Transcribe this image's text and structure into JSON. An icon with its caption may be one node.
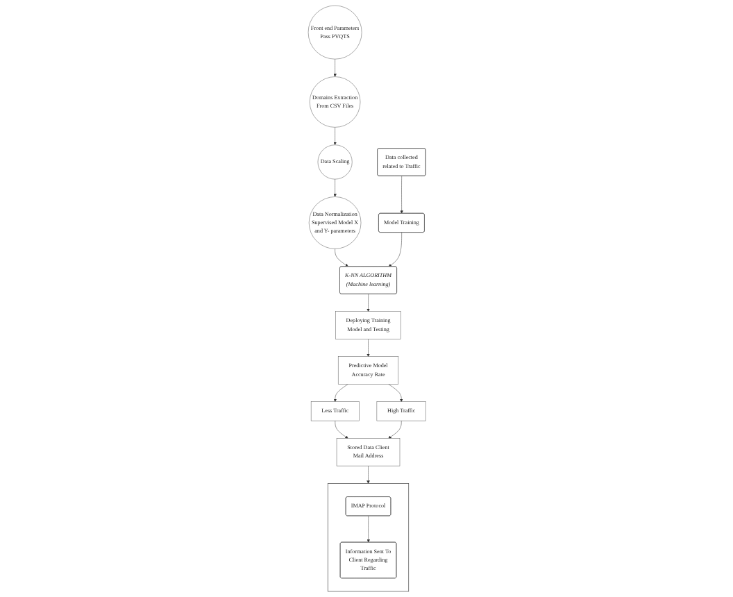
{
  "diagram": {
    "nodes": [
      {
        "text": [
          "Front end Parameters Pass PVQTS"
        ]
      },
      {
        "text": [
          "Domains Extraction From CSV Files"
        ]
      },
      {
        "text": [
          "Data Scaling"
        ]
      },
      {
        "text": [
          "Data Normalization Supervised Model X and Y- parameters"
        ]
      },
      {
        "text": [
          "K-NN ALGORITHM (Machine learning)"
        ]
      },
      {
        "text": [
          "Model Training"
        ]
      },
      {
        "text": [
          "Data collected related to Traffic"
        ]
      },
      {
        "text": [
          "Deploying Training Model and Testing"
        ]
      },
      {
        "text": [
          "Predictive Model Accuracy Rate"
        ]
      },
      {
        "text": [
          "Less Traffic"
        ]
      },
      {
        "text": [
          "High Traffic"
        ]
      },
      {
        "text": [
          "Stored Data Client Mail Address"
        ]
      },
      {
        "text": [],
        "shape": "box"
      },
      {
        "text": [
          "IMAP Protocol"
        ],
        "in": 12
      },
      {
        "text": [
          "Information Sent To Client Regarding Traffic"
        ],
        "in": 12
      }
    ],
    "edges": [
      {
        "from": 0,
        "to": 1,
        "arrow": "to"
      },
      {
        "from": 1,
        "to": 2,
        "arrow": "to"
      },
      {
        "from": 2,
        "to": 3,
        "arrow": "to"
      },
      {
        "from": 3,
        "to": 4,
        "arrow": "to"
      },
      {
        "from": 6,
        "to": 5,
        "arrow": "to"
      },
      {
        "from": 5,
        "to": 4,
        "arrow": "to"
      },
      {
        "from": 4,
        "to": 7,
        "arrow": "to"
      },
      {
        "from": 7,
        "to": 8,
        "arrow": "to"
      },
      {
        "from": 8,
        "to": 9,
        "arrow": "to"
      },
      {
        "from": 8,
        "to": 10,
        "arrow": "to"
      },
      {
        "from": 9,
        "to": 11,
        "arrow": "to"
      },
      {
        "from": 10,
        "to": 11,
        "arrow": "to"
      },
      {
        "from": 11,
        "to": 12,
        "arrow": "to"
      },
      {
        "from": 13,
        "to": 14,
        "arrow": "to"
      }
    ]
  }
}
